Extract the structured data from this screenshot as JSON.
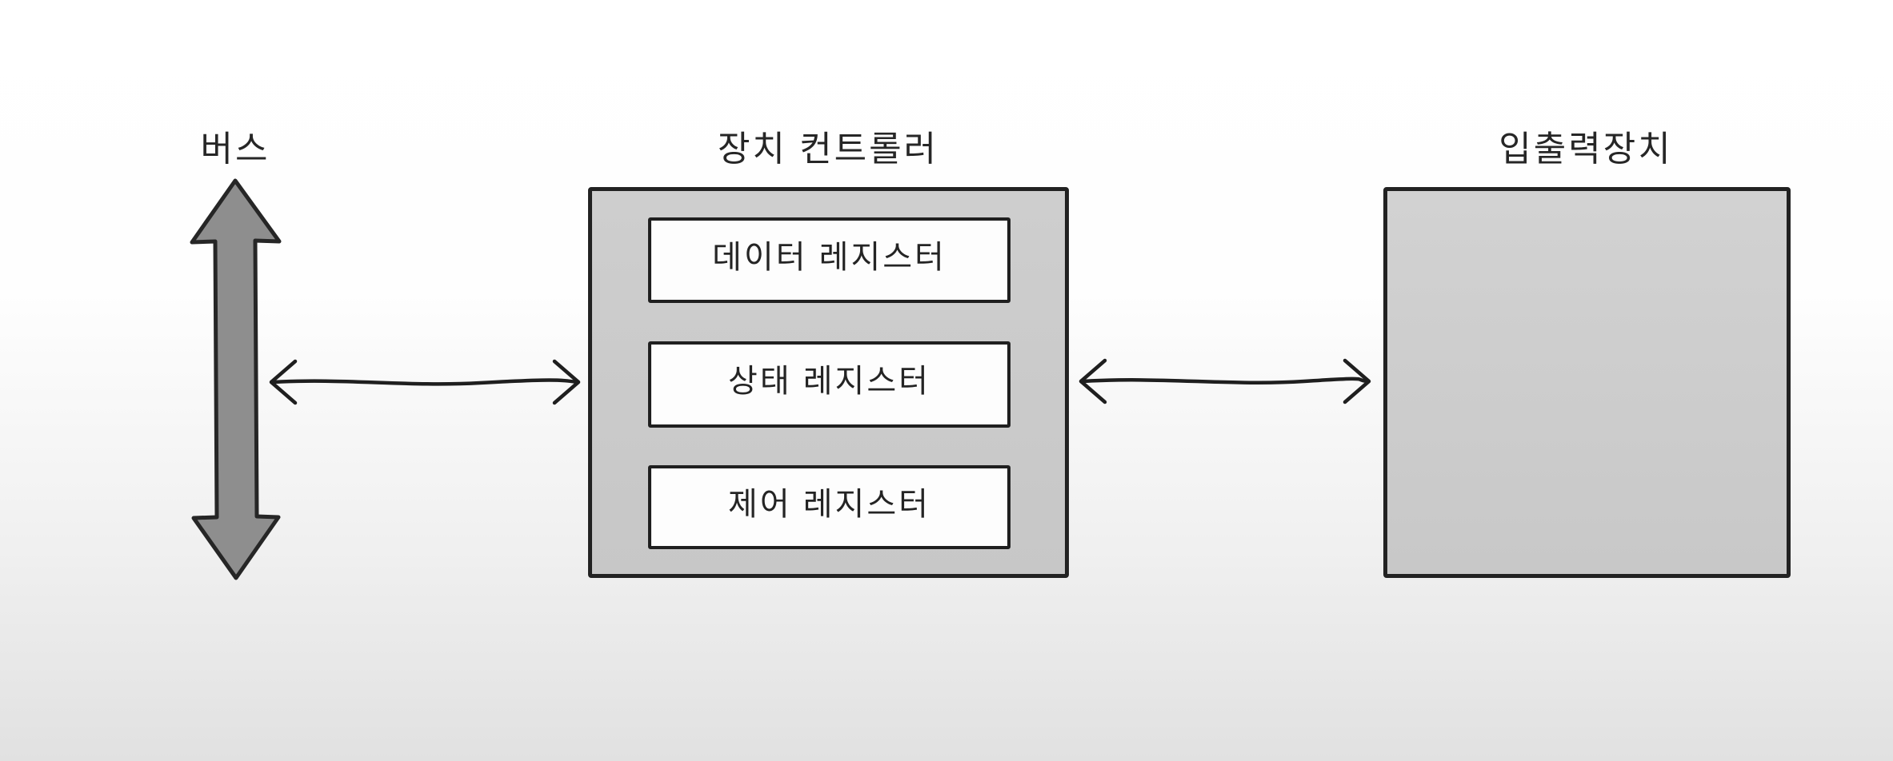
{
  "diagram": {
    "bus": {
      "label": "버스"
    },
    "device_controller": {
      "title": "장치 컨트롤러",
      "registers": [
        {
          "label": "데이터 레지스터"
        },
        {
          "label": "상태 레지스터"
        },
        {
          "label": "제어 레지스터"
        }
      ]
    },
    "io_device": {
      "title": "입출력장치"
    },
    "connections": [
      {
        "name": "bus-to-controller",
        "type": "double-arrow"
      },
      {
        "name": "controller-to-io-device",
        "type": "double-arrow"
      }
    ],
    "colors": {
      "background_top": "#ffffff",
      "background_bottom": "#e1e1e1",
      "line": "#222222",
      "controller_fill": "#c9c9c9",
      "io_fill": "#cdcdcd",
      "register_fill": "#fdfdfd",
      "bus_arrow_fill": "#8e8e8e"
    }
  }
}
